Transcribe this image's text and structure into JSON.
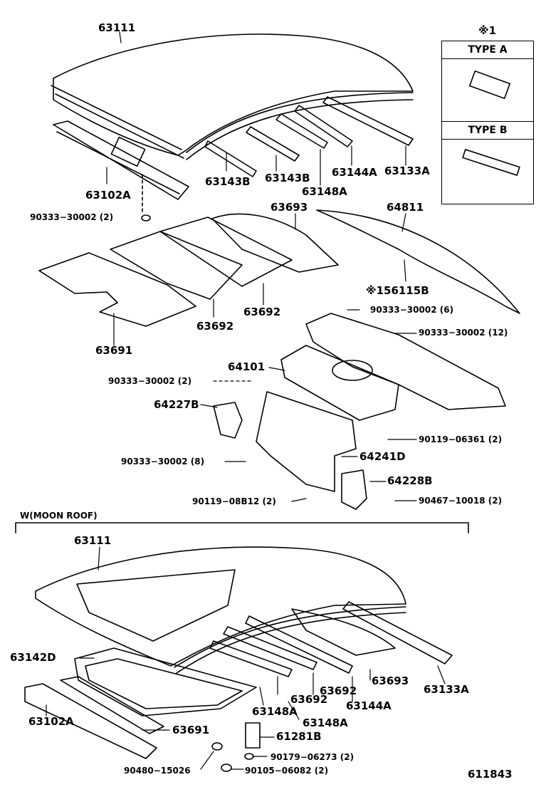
{
  "diagram_id": "611843",
  "legend": {
    "mark": "※1",
    "type_a": "TYPE  A",
    "type_b": "TYPE  B"
  },
  "section_label": "W(MOON ROOF)",
  "parts": {
    "p63111_top": "63111",
    "p63102a_top": "63102A",
    "p63143b_1": "63143B",
    "p63143b_2": "63143B",
    "p63148a_top": "63148A",
    "p63144a_top": "63144A",
    "p63133a_top": "63133A",
    "p90333_2a": "90333−30002 (2)",
    "p63693_top": "63693",
    "p64811": "64811",
    "p156115b": "※156115B",
    "p63692_a": "63692",
    "p63692_b": "63692",
    "p63691_top": "63691",
    "p90333_6": "90333−30002 (6)",
    "p90333_12": "90333−30002 (12)",
    "p64101": "64101",
    "p90333_2b": "90333−30002 (2)",
    "p64227b": "64227B",
    "p90119_06361": "90119−06361 (2)",
    "p64241d": "64241D",
    "p90333_8": "90333−30002 (8)",
    "p64228b": "64228B",
    "p90119_08b12": "90119−08B12 (2)",
    "p90467_10018": "90467−10018 (2)",
    "p63111_bot": "63111",
    "p63142d": "63142D",
    "p63693_bot": "63693",
    "p63692_bot1": "63692",
    "p63692_bot2": "63692",
    "p63144a_bot": "63144A",
    "p63133a_bot": "63133A",
    "p63148a_bot1": "63148A",
    "p63148a_bot2": "63148A",
    "p63691_bot": "63691",
    "p63102a_bot": "63102A",
    "p61281b": "61281B",
    "p90179_06273": "90179−06273 (2)",
    "p90480_15026": "90480−15026",
    "p90105_06082": "90105−06082 (2)"
  }
}
